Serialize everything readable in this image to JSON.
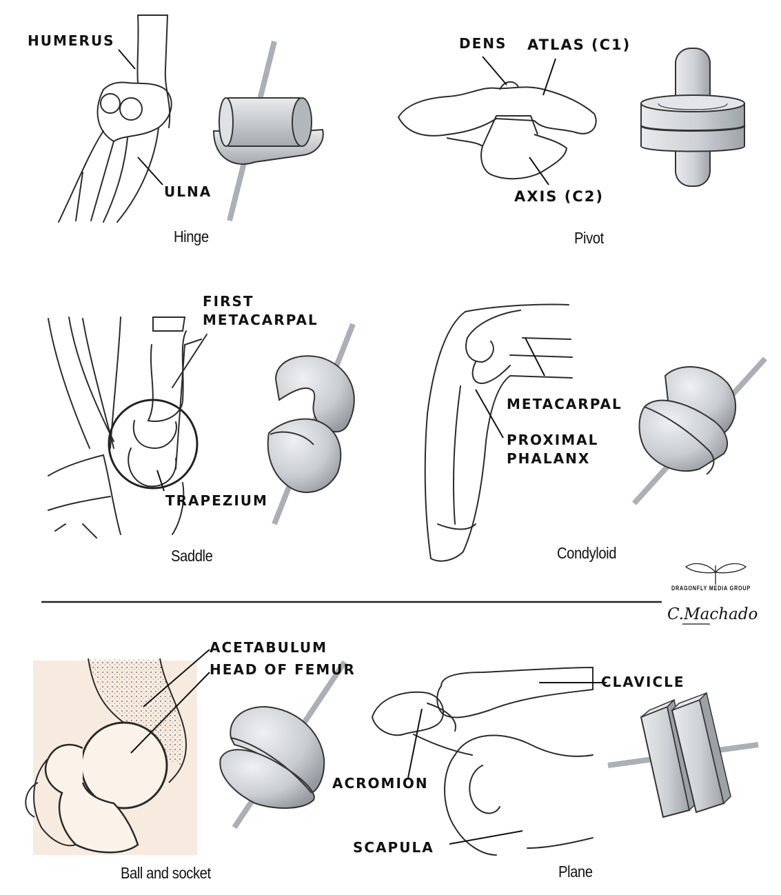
{
  "labels": {
    "humerus": "HUMERUS",
    "ulna": "ULNA",
    "dens": "DENS",
    "atlas": "ATLAS (C1)",
    "axis": "AXIS (C2)",
    "first_metacarpal": "FIRST\nMETACARPAL",
    "trapezium": "TRAPEZIUM",
    "metacarpal": "METACARPAL",
    "proximal_phalanx": "PROXIMAL\nPHALANX",
    "acetabulum": "ACETABULUM",
    "head_of_femur": "HEAD OF FEMUR",
    "clavicle": "CLAVICLE",
    "acromion": "ACROMION",
    "scapula": "SCAPULA"
  },
  "captions": {
    "hinge": "Hinge",
    "pivot": "Pivot",
    "saddle": "Saddle",
    "condyloid": "Condyloid",
    "ball_socket": "Ball and socket",
    "plane": "Plane"
  },
  "credit": {
    "studio": "DRAGONFLY MEDIA GROUP",
    "artist": "C.Machado"
  },
  "colors": {
    "ink": "#222222",
    "model_fill": "#d4d7da",
    "model_shade": "#a7abb0",
    "hip_bg": "#f7ebdf"
  }
}
